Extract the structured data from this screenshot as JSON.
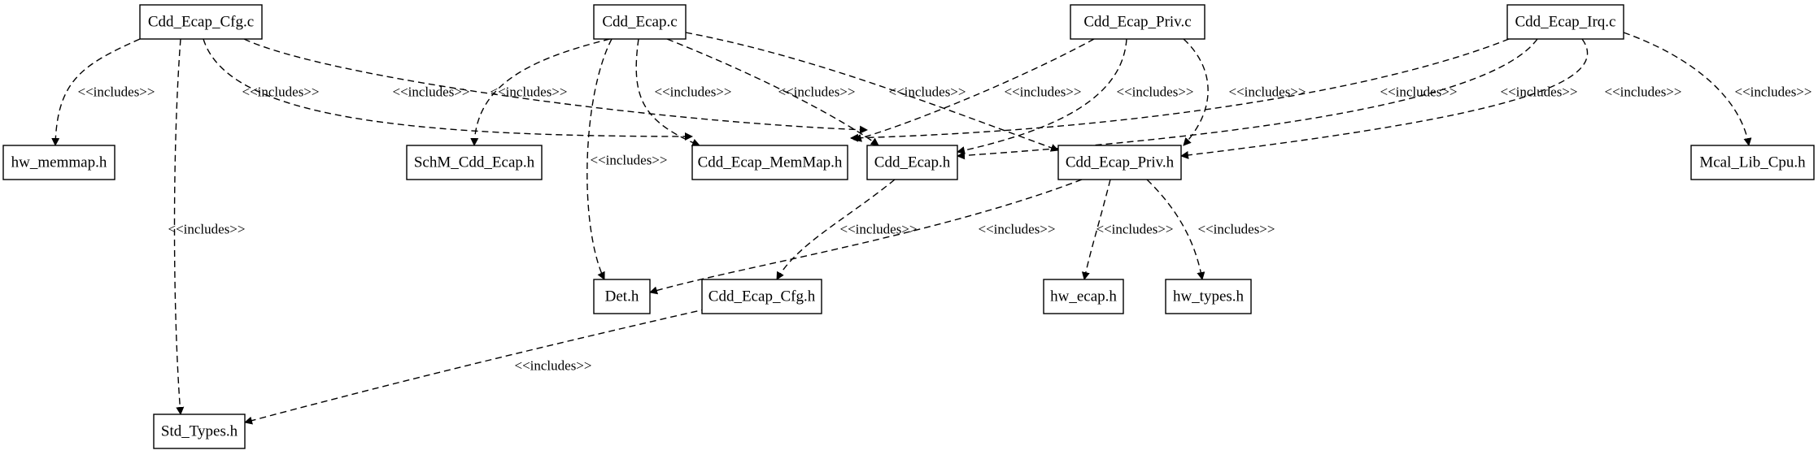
{
  "diagram": {
    "edge_label": "<<includes>>",
    "nodes": [
      {
        "id": "cfg_c",
        "label": "Cdd_Ecap_Cfg.c"
      },
      {
        "id": "ecap_c",
        "label": "Cdd_Ecap.c"
      },
      {
        "id": "priv_c",
        "label": "Cdd_Ecap_Priv.c"
      },
      {
        "id": "irq_c",
        "label": "Cdd_Ecap_Irq.c"
      },
      {
        "id": "memmap_hw",
        "label": "hw_memmap.h"
      },
      {
        "id": "schm",
        "label": "SchM_Cdd_Ecap.h"
      },
      {
        "id": "memmap",
        "label": "Cdd_Ecap_MemMap.h"
      },
      {
        "id": "ecap_h",
        "label": "Cdd_Ecap.h"
      },
      {
        "id": "priv_h",
        "label": "Cdd_Ecap_Priv.h"
      },
      {
        "id": "mcal",
        "label": "Mcal_Lib_Cpu.h"
      },
      {
        "id": "det",
        "label": "Det.h"
      },
      {
        "id": "cfg_h",
        "label": "Cdd_Ecap_Cfg.h"
      },
      {
        "id": "hw_ecap",
        "label": "hw_ecap.h"
      },
      {
        "id": "hw_types",
        "label": "hw_types.h"
      },
      {
        "id": "std",
        "label": "Std_Types.h"
      }
    ],
    "edges": [
      {
        "from": "cfg_c",
        "to": "memmap_hw"
      },
      {
        "from": "cfg_c",
        "to": "std"
      },
      {
        "from": "cfg_c",
        "to": "memmap"
      },
      {
        "from": "cfg_c",
        "to": "ecap_h"
      },
      {
        "from": "ecap_c",
        "to": "schm"
      },
      {
        "from": "ecap_c",
        "to": "memmap"
      },
      {
        "from": "ecap_c",
        "to": "ecap_h"
      },
      {
        "from": "ecap_c",
        "to": "priv_h"
      },
      {
        "from": "ecap_c",
        "to": "det"
      },
      {
        "from": "priv_c",
        "to": "memmap"
      },
      {
        "from": "priv_c",
        "to": "ecap_h"
      },
      {
        "from": "priv_c",
        "to": "priv_h"
      },
      {
        "from": "irq_c",
        "to": "memmap"
      },
      {
        "from": "irq_c",
        "to": "ecap_h"
      },
      {
        "from": "irq_c",
        "to": "priv_h"
      },
      {
        "from": "irq_c",
        "to": "mcal"
      },
      {
        "from": "ecap_h",
        "to": "cfg_h"
      },
      {
        "from": "priv_h",
        "to": "det"
      },
      {
        "from": "priv_h",
        "to": "hw_ecap"
      },
      {
        "from": "priv_h",
        "to": "hw_types"
      },
      {
        "from": "cfg_h",
        "to": "std"
      }
    ]
  }
}
